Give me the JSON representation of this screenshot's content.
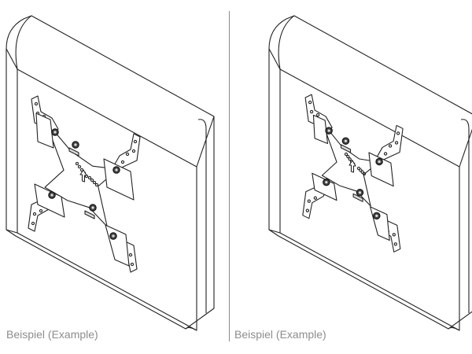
{
  "panels": [
    {
      "caption": "Beispiel (Example)",
      "variant": "spread"
    },
    {
      "caption": "Beispiel (Example)",
      "variant": "compact"
    }
  ],
  "colors": {
    "line": "#222222",
    "caption": "#8d8d8d",
    "divider": "#8a8a8a"
  },
  "icons": [
    "tv-back-panel",
    "mounting-plate",
    "adapter-arm",
    "screw",
    "up-arrow"
  ]
}
